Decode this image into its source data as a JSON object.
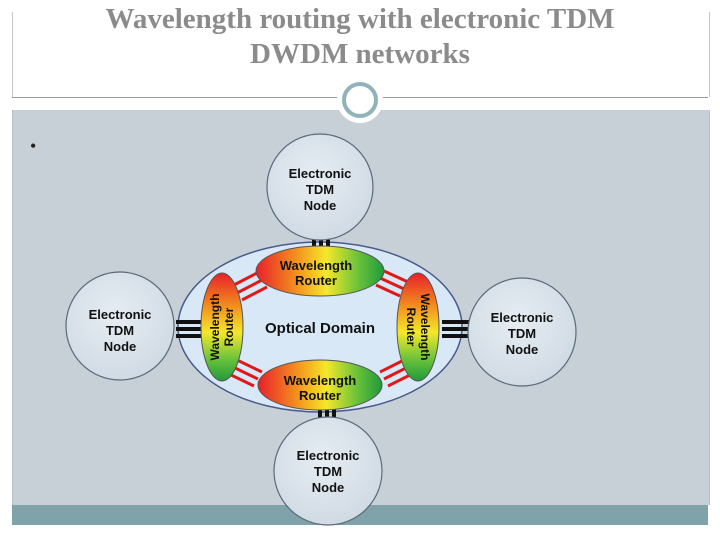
{
  "slide": {
    "title_line1": "Wavelength routing with electronic TDM",
    "title_line2": "DWDM networks",
    "bullet": "•"
  },
  "diagram": {
    "center_label": "Optical Domain",
    "router_top": [
      "Wavelength",
      "Router"
    ],
    "router_bottom": [
      "Wavelength",
      "Router"
    ],
    "router_left": [
      "Wavelength",
      "Router"
    ],
    "router_right": [
      "Wavelength",
      "Router"
    ],
    "node_top": [
      "Electronic",
      "TDM",
      "Node"
    ],
    "node_bottom": [
      "Electronic",
      "TDM",
      "Node"
    ],
    "node_left": [
      "Electronic",
      "TDM",
      "Node"
    ],
    "node_right": [
      "Electronic",
      "TDM",
      "Node"
    ]
  },
  "colors": {
    "content_bg": "#c6d0d6",
    "footer_band": "#7fa3a9",
    "optical_domain_fill": "#d8e8f7",
    "node_fill": "#d9e1ea",
    "fiber_red": "#e01818"
  }
}
